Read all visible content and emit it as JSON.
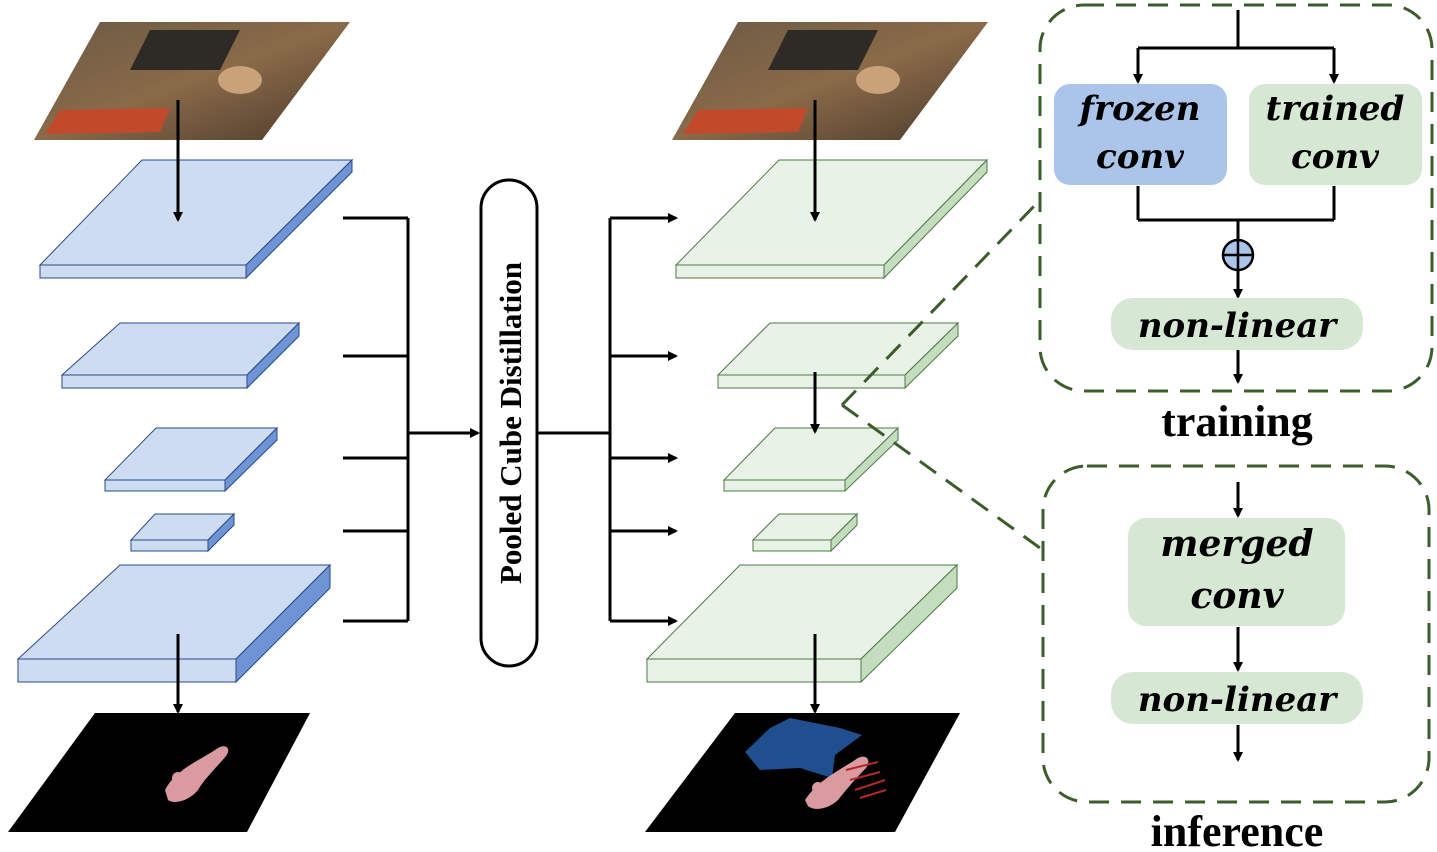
{
  "pcd_label": "Pooled Cube Distillation",
  "training": {
    "frozen_conv": [
      "frozen",
      "conv"
    ],
    "trained_conv": [
      "trained",
      "conv"
    ],
    "non_linear": "non-linear",
    "caption": "training"
  },
  "inference": {
    "merged_conv": [
      "merged",
      "conv"
    ],
    "non_linear": "non-linear",
    "caption": "inference"
  },
  "colors": {
    "teacher_face": "#cddcf1",
    "teacher_side": "#6f94d6",
    "student_face": "#e9f2e7",
    "student_side": "#c4ddbf",
    "frozen_box": "#aac4ea",
    "green_box": "#d6e8d4",
    "dashed_border": "#3d5c2c",
    "mask_pink": "#d99aa0",
    "mask_blue": "#1f4f8e",
    "mask_red": "#b42828"
  }
}
